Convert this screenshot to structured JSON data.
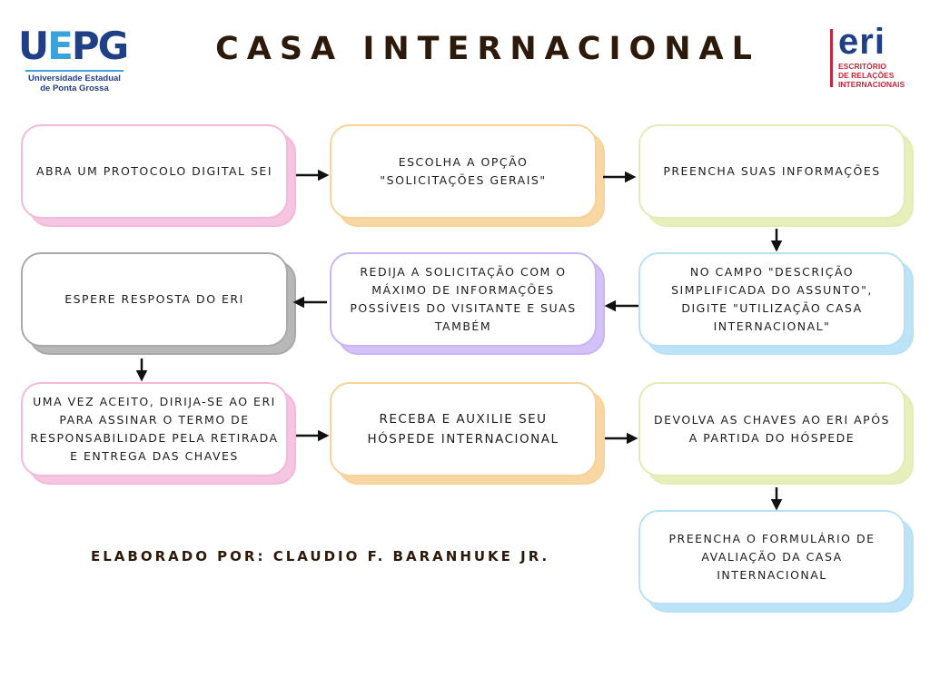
{
  "title": "CASA INTERNACIONAL",
  "logo_left": {
    "mark_prefix": "U",
    "mark_accent": "E",
    "mark_suffix": "PG",
    "line1": "Universidade Estadual",
    "line2": "de Ponta Grossa"
  },
  "logo_right": {
    "mark": "eri",
    "line1": "ESCRITÓRIO",
    "line2": "DE RELAÇÕES",
    "line3": "INTERNACIONAIS"
  },
  "steps": [
    {
      "text": "ABRA UM PROTOCOLO DIGITAL SEI",
      "color": "pink"
    },
    {
      "text": "ESCOLHA A OPÇÃO \"SOLICITAÇÕES GERAIS\"",
      "color": "orange"
    },
    {
      "text": "PREENCHA SUAS INFORMAÇÕES",
      "color": "lime"
    },
    {
      "text": "NO CAMPO \"DESCRIÇÃO SIMPLIFICADA DO ASSUNTO\", DIGITE \"UTILIZAÇÃO CASA INTERNACIONAL\"",
      "color": "blue"
    },
    {
      "text": "REDIJA A SOLICITAÇÃO COM O MÁXIMO DE INFORMAÇÕES POSSÍVEIS DO VISITANTE E SUAS TAMBÉM",
      "color": "purple"
    },
    {
      "text": "ESPERE RESPOSTA DO ERI",
      "color": "gray"
    },
    {
      "text": "UMA VEZ ACEITO, DIRIJA-SE AO ERI PARA ASSINAR O TERMO DE RESPONSABILIDADE PELA RETIRADA E ENTREGA DAS CHAVES",
      "color": "pink"
    },
    {
      "text": "RECEBA E AUXILIE SEU HÓSPEDE INTERNACIONAL",
      "color": "orange"
    },
    {
      "text": "DEVOLVA AS CHAVES AO ERI APÓS A PARTIDA DO HÓSPEDE",
      "color": "lime"
    },
    {
      "text": "PREENCHA O FORMULÁRIO DE AVALIAÇÃO DA CASA INTERNACIONAL",
      "color": "blue"
    }
  ],
  "credit": "ELABORADO POR: CLAUDIO F. BARANHUKE JR.",
  "colors": {
    "title": "#2e1a0b",
    "pink": "#f4b8d9",
    "orange": "#f7d398",
    "lime": "#e3ecb4",
    "blue": "#b8e1f5",
    "purple": "#c9b5f2",
    "gray": "#a9a9a9"
  }
}
